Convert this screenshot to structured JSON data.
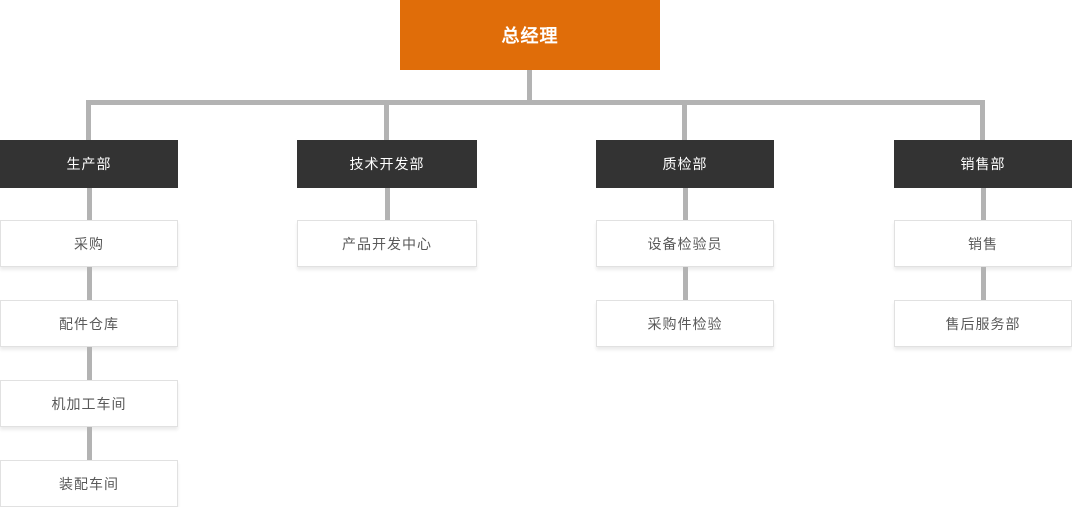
{
  "org": {
    "root": {
      "label": "总经理"
    },
    "departments": [
      {
        "label": "生产部",
        "children": [
          {
            "label": "采购"
          },
          {
            "label": "配件仓库"
          },
          {
            "label": "机加工车间"
          },
          {
            "label": "装配车间"
          }
        ]
      },
      {
        "label": "技术开发部",
        "children": [
          {
            "label": "产品开发中心"
          }
        ]
      },
      {
        "label": "质检部",
        "children": [
          {
            "label": "设备检验员"
          },
          {
            "label": "采购件检验"
          }
        ]
      },
      {
        "label": "销售部",
        "children": [
          {
            "label": "销售"
          },
          {
            "label": "售后服务部"
          }
        ]
      }
    ]
  },
  "colors": {
    "root_background": "#e06d09",
    "department_background": "#333333",
    "connector_line": "#b3b3b3",
    "child_border": "#e1e1e1",
    "child_text": "#595959",
    "node_text": "#ffffff",
    "page_background": "#ffffff"
  }
}
